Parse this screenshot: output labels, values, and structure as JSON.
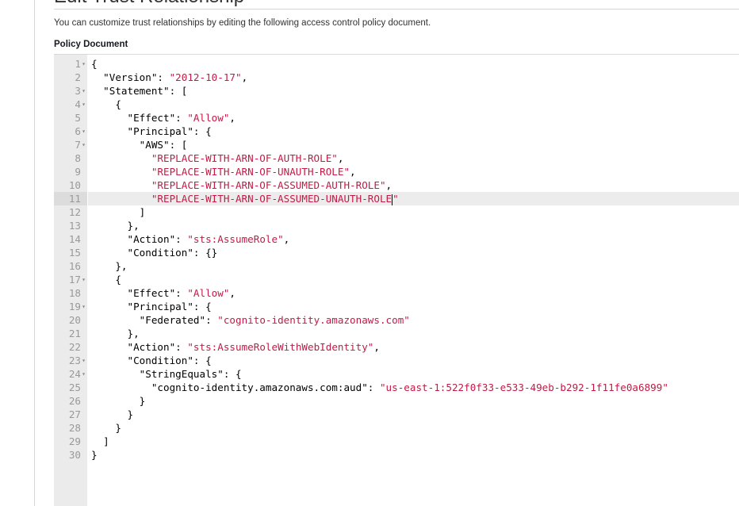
{
  "page": {
    "heading": "Edit Trust Relationship",
    "description": "You can customize trust relationships by editing the following access control policy document.",
    "section_label": "Policy Document"
  },
  "editor": {
    "active_line": 11,
    "fold_lines": [
      1,
      3,
      4,
      6,
      7,
      17,
      19,
      23,
      24
    ],
    "lines": [
      [
        {
          "t": "p",
          "v": "{"
        }
      ],
      [
        {
          "t": "p",
          "v": "  "
        },
        {
          "t": "k",
          "v": "\"Version\""
        },
        {
          "t": "p",
          "v": ": "
        },
        {
          "t": "s",
          "v": "\"2012-10-17\""
        },
        {
          "t": "p",
          "v": ","
        }
      ],
      [
        {
          "t": "p",
          "v": "  "
        },
        {
          "t": "k",
          "v": "\"Statement\""
        },
        {
          "t": "p",
          "v": ": ["
        }
      ],
      [
        {
          "t": "p",
          "v": "    {"
        }
      ],
      [
        {
          "t": "p",
          "v": "      "
        },
        {
          "t": "k",
          "v": "\"Effect\""
        },
        {
          "t": "p",
          "v": ": "
        },
        {
          "t": "s",
          "v": "\"Allow\""
        },
        {
          "t": "p",
          "v": ","
        }
      ],
      [
        {
          "t": "p",
          "v": "      "
        },
        {
          "t": "k",
          "v": "\"Principal\""
        },
        {
          "t": "p",
          "v": ": {"
        }
      ],
      [
        {
          "t": "p",
          "v": "        "
        },
        {
          "t": "k",
          "v": "\"AWS\""
        },
        {
          "t": "p",
          "v": ": ["
        }
      ],
      [
        {
          "t": "p",
          "v": "          "
        },
        {
          "t": "s",
          "v": "\"REPLACE-WITH-ARN-OF-AUTH-ROLE\""
        },
        {
          "t": "p",
          "v": ","
        }
      ],
      [
        {
          "t": "p",
          "v": "          "
        },
        {
          "t": "s",
          "v": "\"REPLACE-WITH-ARN-OF-UNAUTH-ROLE\""
        },
        {
          "t": "p",
          "v": ","
        }
      ],
      [
        {
          "t": "p",
          "v": "          "
        },
        {
          "t": "s",
          "v": "\"REPLACE-WITH-ARN-OF-ASSUMED-AUTH-ROLE\""
        },
        {
          "t": "p",
          "v": ","
        }
      ],
      [
        {
          "t": "p",
          "v": "          "
        },
        {
          "t": "s",
          "v": "\"REPLACE-WITH-ARN-OF-ASSUMED-UNAUTH-ROLE"
        },
        {
          "t": "c",
          "v": ""
        },
        {
          "t": "s",
          "v": "\""
        }
      ],
      [
        {
          "t": "p",
          "v": "        ]"
        }
      ],
      [
        {
          "t": "p",
          "v": "      },"
        }
      ],
      [
        {
          "t": "p",
          "v": "      "
        },
        {
          "t": "k",
          "v": "\"Action\""
        },
        {
          "t": "p",
          "v": ": "
        },
        {
          "t": "s",
          "v": "\"sts:AssumeRole\""
        },
        {
          "t": "p",
          "v": ","
        }
      ],
      [
        {
          "t": "p",
          "v": "      "
        },
        {
          "t": "k",
          "v": "\"Condition\""
        },
        {
          "t": "p",
          "v": ": {}"
        }
      ],
      [
        {
          "t": "p",
          "v": "    },"
        }
      ],
      [
        {
          "t": "p",
          "v": "    {"
        }
      ],
      [
        {
          "t": "p",
          "v": "      "
        },
        {
          "t": "k",
          "v": "\"Effect\""
        },
        {
          "t": "p",
          "v": ": "
        },
        {
          "t": "s",
          "v": "\"Allow\""
        },
        {
          "t": "p",
          "v": ","
        }
      ],
      [
        {
          "t": "p",
          "v": "      "
        },
        {
          "t": "k",
          "v": "\"Principal\""
        },
        {
          "t": "p",
          "v": ": {"
        }
      ],
      [
        {
          "t": "p",
          "v": "        "
        },
        {
          "t": "k",
          "v": "\"Federated\""
        },
        {
          "t": "p",
          "v": ": "
        },
        {
          "t": "s",
          "v": "\"cognito-identity.amazonaws.com\""
        }
      ],
      [
        {
          "t": "p",
          "v": "      },"
        }
      ],
      [
        {
          "t": "p",
          "v": "      "
        },
        {
          "t": "k",
          "v": "\"Action\""
        },
        {
          "t": "p",
          "v": ": "
        },
        {
          "t": "s",
          "v": "\"sts:AssumeRoleWithWebIdentity\""
        },
        {
          "t": "p",
          "v": ","
        }
      ],
      [
        {
          "t": "p",
          "v": "      "
        },
        {
          "t": "k",
          "v": "\"Condition\""
        },
        {
          "t": "p",
          "v": ": {"
        }
      ],
      [
        {
          "t": "p",
          "v": "        "
        },
        {
          "t": "k",
          "v": "\"StringEquals\""
        },
        {
          "t": "p",
          "v": ": {"
        }
      ],
      [
        {
          "t": "p",
          "v": "          "
        },
        {
          "t": "k",
          "v": "\"cognito-identity.amazonaws.com:aud\""
        },
        {
          "t": "p",
          "v": ": "
        },
        {
          "t": "s",
          "v": "\"us-east-1:522f0f33-e533-49eb-b292-1f11fe0a6899\""
        }
      ],
      [
        {
          "t": "p",
          "v": "        }"
        }
      ],
      [
        {
          "t": "p",
          "v": "      }"
        }
      ],
      [
        {
          "t": "p",
          "v": "    }"
        }
      ],
      [
        {
          "t": "p",
          "v": "  ]"
        }
      ],
      [
        {
          "t": "p",
          "v": "}"
        }
      ]
    ]
  }
}
